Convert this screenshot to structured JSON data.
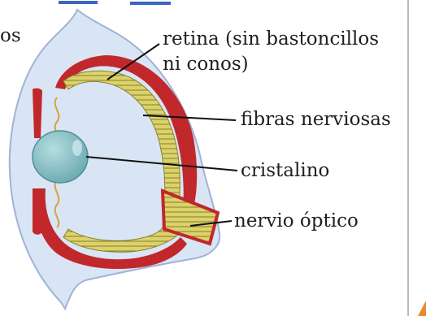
{
  "labels": {
    "fragment_left": "os",
    "retina_line1": "retina (sin bastoncillos",
    "retina_line2": "ni conos)",
    "fibras": "fibras nerviosas",
    "cristalino": "cristalino",
    "nervio": "nervio óptico"
  },
  "colors": {
    "outer_body": "#d9e5f5",
    "outer_stroke": "#9fb3d6",
    "sclera_red": "#c1282c",
    "retina_yellow": "#dcd26a",
    "retina_line": "#6e6920",
    "lens": "#7fb9bf",
    "page_edge": "#b9b9b9",
    "accent_orange": "#e8892d",
    "header_blue": "#3a66c2"
  }
}
